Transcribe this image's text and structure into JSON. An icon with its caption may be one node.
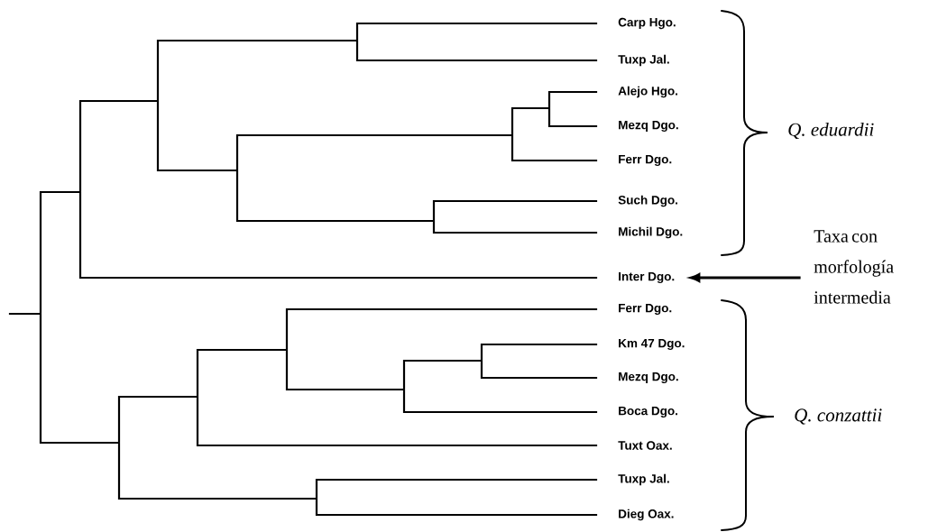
{
  "diagram": {
    "nodes": [
      {
        "text": [
          "Carp Hgo."
        ]
      },
      {
        "text": [
          "Tuxp Jal."
        ]
      },
      {
        "text": [
          "Alejo Hgo."
        ]
      },
      {
        "text": [
          "Mezq Dgo."
        ]
      },
      {
        "text": [
          "Ferr Dgo."
        ]
      },
      {
        "text": [
          "Such Dgo."
        ]
      },
      {
        "text": [
          "Michil Dgo."
        ]
      },
      {
        "text": [
          "Inter Dgo."
        ]
      },
      {
        "text": [
          "Ferr Dgo."
        ]
      },
      {
        "text": [
          "Km 47 Dgo."
        ]
      },
      {
        "text": [
          "Mezq Dgo."
        ]
      },
      {
        "text": [
          "Boca Dgo."
        ]
      },
      {
        "text": [
          "Tuxt Oax."
        ]
      },
      {
        "text": [
          "Tuxp Jal."
        ]
      },
      {
        "text": [
          "Dieg Oax."
        ]
      },
      {
        "text": [
          "Taxa con morfología intermedia"
        ]
      },
      {
        "text": [],
        "shape": "point"
      },
      {
        "text": [],
        "shape": "point"
      },
      {
        "text": [],
        "shape": "point"
      },
      {
        "text": [],
        "shape": "point"
      },
      {
        "text": [],
        "shape": "point"
      },
      {
        "text": [],
        "shape": "point"
      },
      {
        "text": [],
        "shape": "point"
      },
      {
        "text": [],
        "shape": "point"
      },
      {
        "text": [],
        "shape": "point"
      },
      {
        "text": [],
        "shape": "point"
      },
      {
        "text": [],
        "shape": "point"
      },
      {
        "text": [],
        "shape": "point"
      },
      {
        "text": [],
        "shape": "point"
      },
      {
        "text": [],
        "shape": "point"
      }
    ],
    "edges": [
      {
        "from": null,
        "to": 16,
        "arrow": "none"
      },
      {
        "from": 16,
        "to": 17,
        "arrow": "none"
      },
      {
        "from": 16,
        "to": 24,
        "arrow": "none"
      },
      {
        "from": 17,
        "to": 18,
        "arrow": "none"
      },
      {
        "from": 17,
        "to": 7,
        "arrow": "none"
      },
      {
        "from": 18,
        "to": 19,
        "arrow": "none"
      },
      {
        "from": 18,
        "to": 20,
        "arrow": "none"
      },
      {
        "from": 19,
        "to": 0,
        "arrow": "none"
      },
      {
        "from": 19,
        "to": 1,
        "arrow": "none"
      },
      {
        "from": 20,
        "to": 21,
        "arrow": "none"
      },
      {
        "from": 20,
        "to": 23,
        "arrow": "none"
      },
      {
        "from": 21,
        "to": 22,
        "arrow": "none"
      },
      {
        "from": 21,
        "to": 4,
        "arrow": "none"
      },
      {
        "from": 22,
        "to": 2,
        "arrow": "none"
      },
      {
        "from": 22,
        "to": 3,
        "arrow": "none"
      },
      {
        "from": 23,
        "to": 5,
        "arrow": "none"
      },
      {
        "from": 23,
        "to": 6,
        "arrow": "none"
      },
      {
        "from": 24,
        "to": 25,
        "arrow": "none"
      },
      {
        "from": 24,
        "to": 29,
        "arrow": "none"
      },
      {
        "from": 25,
        "to": 26,
        "arrow": "none"
      },
      {
        "from": 25,
        "to": 12,
        "arrow": "none"
      },
      {
        "from": 26,
        "to": 8,
        "arrow": "none"
      },
      {
        "from": 26,
        "to": 27,
        "arrow": "none"
      },
      {
        "from": 27,
        "to": 28,
        "arrow": "none"
      },
      {
        "from": 27,
        "to": 11,
        "arrow": "none"
      },
      {
        "from": 28,
        "to": 9,
        "arrow": "none"
      },
      {
        "from": 28,
        "to": 10,
        "arrow": "none"
      },
      {
        "from": 29,
        "to": 13,
        "arrow": "none"
      },
      {
        "from": 29,
        "to": 14,
        "arrow": "none"
      },
      {
        "from": 15,
        "to": 7,
        "arrow": "to"
      }
    ],
    "labels": [
      "Q. eduardii",
      "Q. conzattii"
    ]
  }
}
